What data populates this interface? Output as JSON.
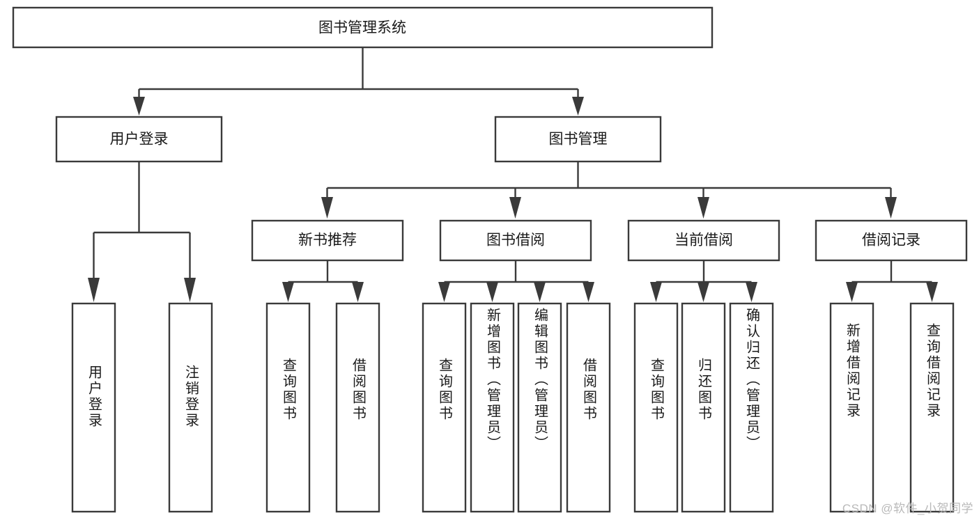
{
  "diagram": {
    "type": "tree",
    "title": "图书管理系统",
    "root": {
      "label": "图书管理系统"
    },
    "level2": [
      {
        "label": "用户登录"
      },
      {
        "label": "图书管理"
      }
    ],
    "level3": [
      {
        "label": "新书推荐"
      },
      {
        "label": "图书借阅"
      },
      {
        "label": "当前借阅"
      },
      {
        "label": "借阅记录"
      }
    ],
    "leaves": {
      "user_login": [
        {
          "label": "用户登录"
        },
        {
          "label": "注销登录"
        }
      ],
      "new_book_recommend": [
        {
          "label": "查询图书"
        },
        {
          "label": "借阅图书"
        }
      ],
      "book_borrow": [
        {
          "label": "查询图书"
        },
        {
          "label": "新增图书（管理员）"
        },
        {
          "label": "编辑图书（管理员）"
        },
        {
          "label": "借阅图书"
        }
      ],
      "current_borrow": [
        {
          "label": "查询图书"
        },
        {
          "label": "归还图书"
        },
        {
          "label": "确认归还（管理员）"
        }
      ],
      "borrow_record": [
        {
          "label": "新增借阅记录"
        },
        {
          "label": "查询借阅记录"
        }
      ]
    },
    "colors": {
      "stroke": "#3a3a3a",
      "fill": "#ffffff",
      "text": "#1a1a1a",
      "watermark": "#b9b9b9"
    }
  },
  "watermark": {
    "text": "CSDN @软件_小贺同学"
  }
}
